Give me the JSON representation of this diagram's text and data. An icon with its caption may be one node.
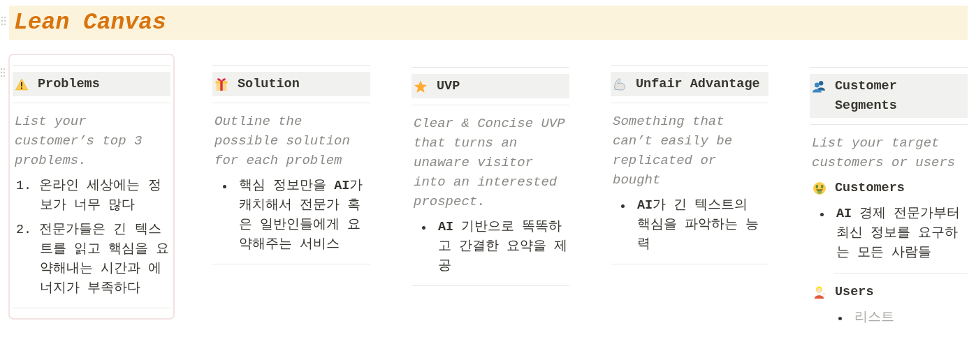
{
  "diagram": {
    "title": "Lean Canvas",
    "nodes": [
      {
        "text": [
          "List your customer’s top 3 problems.",
          "1. 온라인 세상에는 정보가 너무 많다",
          "2. 전문가들은 긴 텍스트를 읽고 핵심을 요약해내는 시간과 에너지가 부족하다"
        ]
      },
      {
        "text": [
          "Problems"
        ],
        "in": 0
      },
      {
        "text": [
          "Outline the possible solution for each problem",
          "핵심 정보만을 **AI**가 캐치해서 전문가 혹은 일반인들에게 요약해주는 서비스"
        ]
      },
      {
        "text": [
          "Solution"
        ],
        "in": 2
      },
      {
        "text": [
          "Clear & Concise UVP that turns an unaware visitor into an interested prospect.",
          "**AI** 기반으로 똑똑하고 간결한 요약을 제공"
        ]
      },
      {
        "text": [
          "UVP"
        ],
        "in": 4
      },
      {
        "text": [
          "Something that can’t easily be replicated or bought",
          "**AI**가 긴 텍스트의 핵심을 파악하는 능력"
        ]
      },
      {
        "text": [
          "Unfair Advantage"
        ],
        "in": 6
      },
      {
        "text": [
          "List your target customers or users",
          "Customers",
          "**AI** 경제 전문가부터 최신 정보를 요구하는 모든 사람들",
          "Users",
          "리스트"
        ]
      },
      {
        "text": [
          "Customer Segments"
        ],
        "in": 8
      }
    ]
  }
}
